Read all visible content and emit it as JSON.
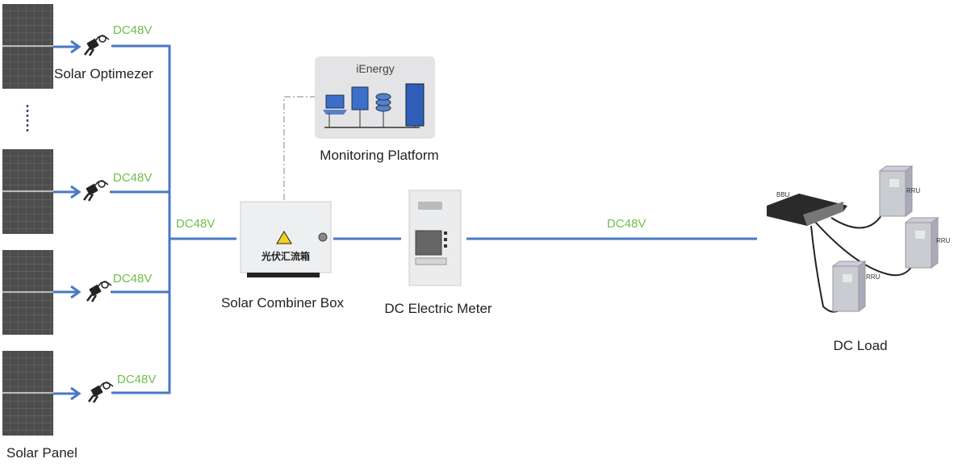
{
  "labels": {
    "solar_optimizer": "Solar Optimezer",
    "solar_panel": "Solar Panel",
    "voltage": "DC48V",
    "combiner_box": "Solar Combiner Box",
    "combiner_box_sign": "光伏汇流箱",
    "dc_meter": "DC Electric Meter",
    "monitoring_platform": "Monitoring Platform",
    "platform_brand": "iEnergy",
    "dc_load": "DC Load",
    "bbu": "BBU",
    "rru": "RRU"
  },
  "colors": {
    "wire": "#4a78c4",
    "voltage_text": "#6fbf4a",
    "panel": "#555555"
  }
}
